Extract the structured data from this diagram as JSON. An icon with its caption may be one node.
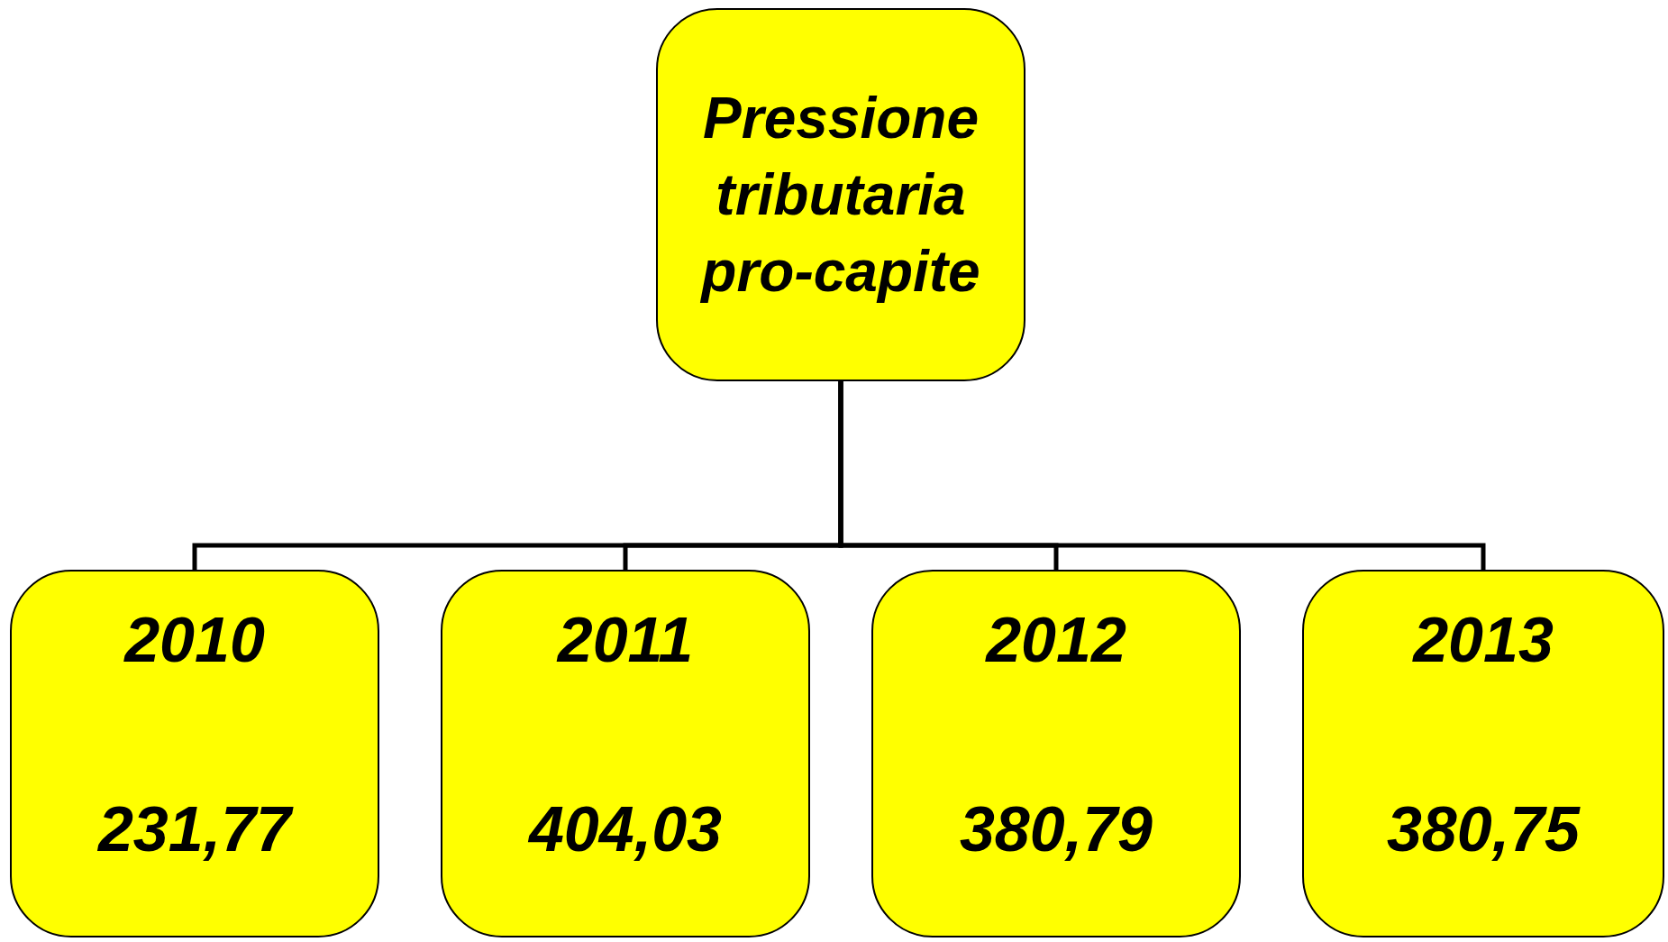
{
  "diagram": {
    "nodes": [
      {
        "text": [
          "Pressione tributaria pro-capite"
        ]
      },
      {
        "text": [
          "2010",
          "231,77"
        ]
      },
      {
        "text": [
          "2011",
          "404,03"
        ]
      },
      {
        "text": [
          "2012",
          "380,79"
        ]
      },
      {
        "text": [
          "2013",
          "380,75"
        ]
      }
    ],
    "edges": [
      {
        "from": 0,
        "to": 1,
        "arrow": "none"
      },
      {
        "from": 0,
        "to": 2,
        "arrow": "none"
      },
      {
        "from": 0,
        "to": 3,
        "arrow": "none"
      },
      {
        "from": 0,
        "to": 4,
        "arrow": "none"
      }
    ]
  }
}
